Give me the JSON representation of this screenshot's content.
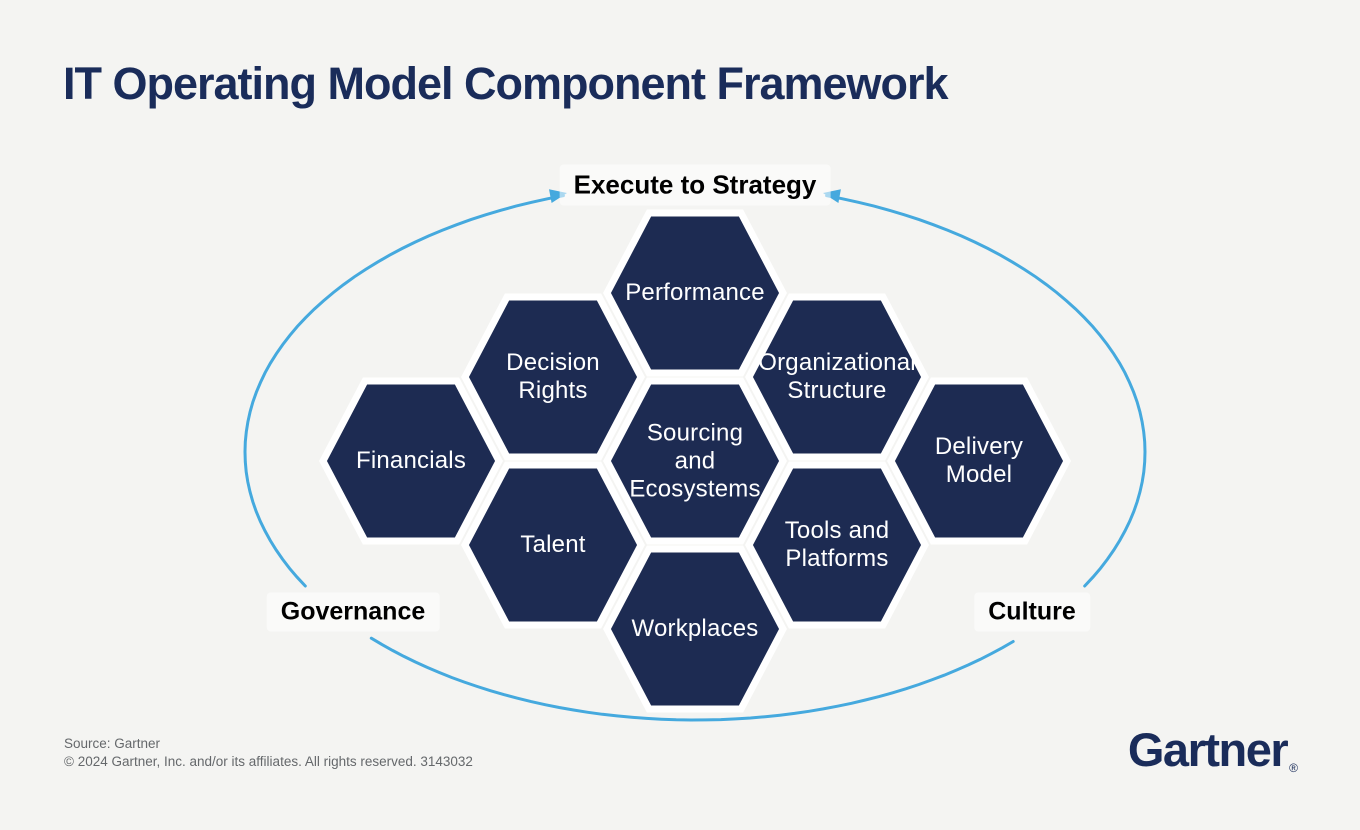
{
  "title": "IT Operating Model Component Framework",
  "diagram": {
    "cycle_labels": {
      "top": "Execute to Strategy",
      "left": "Governance",
      "right": "Culture"
    },
    "hexagons": [
      {
        "id": "performance",
        "label": "Performance"
      },
      {
        "id": "decision-rights",
        "label": "Decision\nRights"
      },
      {
        "id": "organizational-structure",
        "label": "Organizational\nStructure"
      },
      {
        "id": "financials",
        "label": "Financials"
      },
      {
        "id": "sourcing-and-ecosystems",
        "label": "Sourcing\nand\nEcosystems"
      },
      {
        "id": "delivery-model",
        "label": "Delivery\nModel"
      },
      {
        "id": "talent",
        "label": "Talent"
      },
      {
        "id": "tools-and-platforms",
        "label": "Tools and\nPlatforms"
      },
      {
        "id": "workplaces",
        "label": "Workplaces"
      }
    ]
  },
  "footer": {
    "source": "Source: Gartner",
    "copyright": "© 2024 Gartner, Inc. and/or its affiliates. All rights reserved. 3143032"
  },
  "brand": {
    "logo_text": "Gartner",
    "registered_mark": "®"
  },
  "colors": {
    "background": "#f4f4f2",
    "hexagon": "#1d2b52",
    "title_navy": "#1a2c5a",
    "arrow_blue": "#45a9de",
    "label_black": "#000000",
    "footer_gray": "#65686b",
    "hexagon_text": "#ffffff"
  }
}
